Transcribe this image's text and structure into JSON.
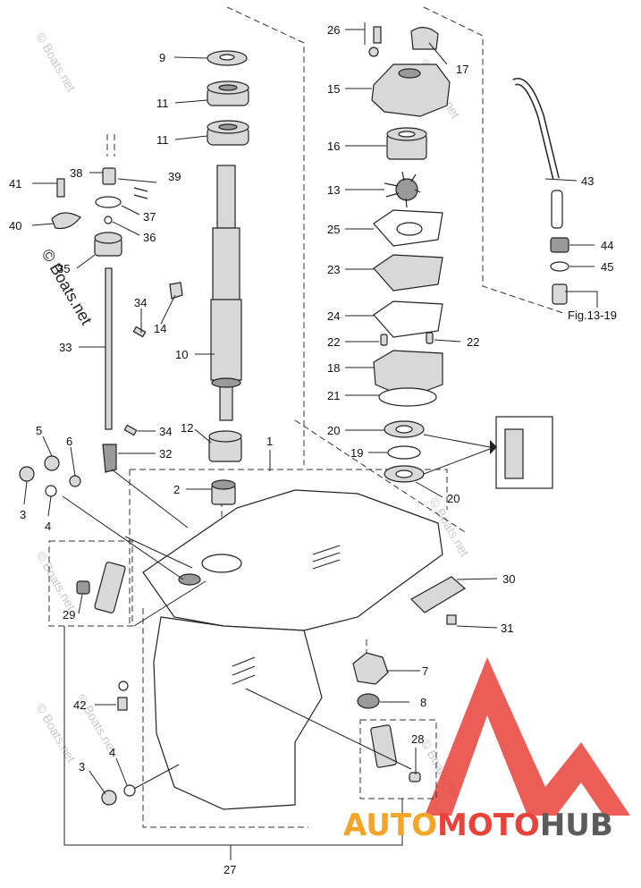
{
  "diagram": {
    "callouts": [
      "9",
      "11",
      "11",
      "26",
      "17",
      "15",
      "16",
      "13",
      "25",
      "23",
      "24",
      "22",
      "22",
      "18",
      "21",
      "20",
      "19",
      "20",
      "43",
      "44",
      "45",
      "Fig.13-19",
      "38",
      "39",
      "41",
      "37",
      "40",
      "36",
      "35",
      "34",
      "14",
      "10",
      "33",
      "34",
      "12",
      "32",
      "1",
      "5",
      "6",
      "3",
      "4",
      "2",
      "30",
      "31",
      "29",
      "42",
      "7",
      "8",
      "28",
      "4",
      "3",
      "27"
    ],
    "watermark": "© Boats.net",
    "brand": {
      "auto": "AUTO",
      "moto": "MOTO",
      "hub": "HUB"
    },
    "colors": {
      "brand_red": "#e8433b",
      "brand_orange": "#f2a52a",
      "brand_gray": "#5b5b5b",
      "line": "#222222"
    }
  }
}
